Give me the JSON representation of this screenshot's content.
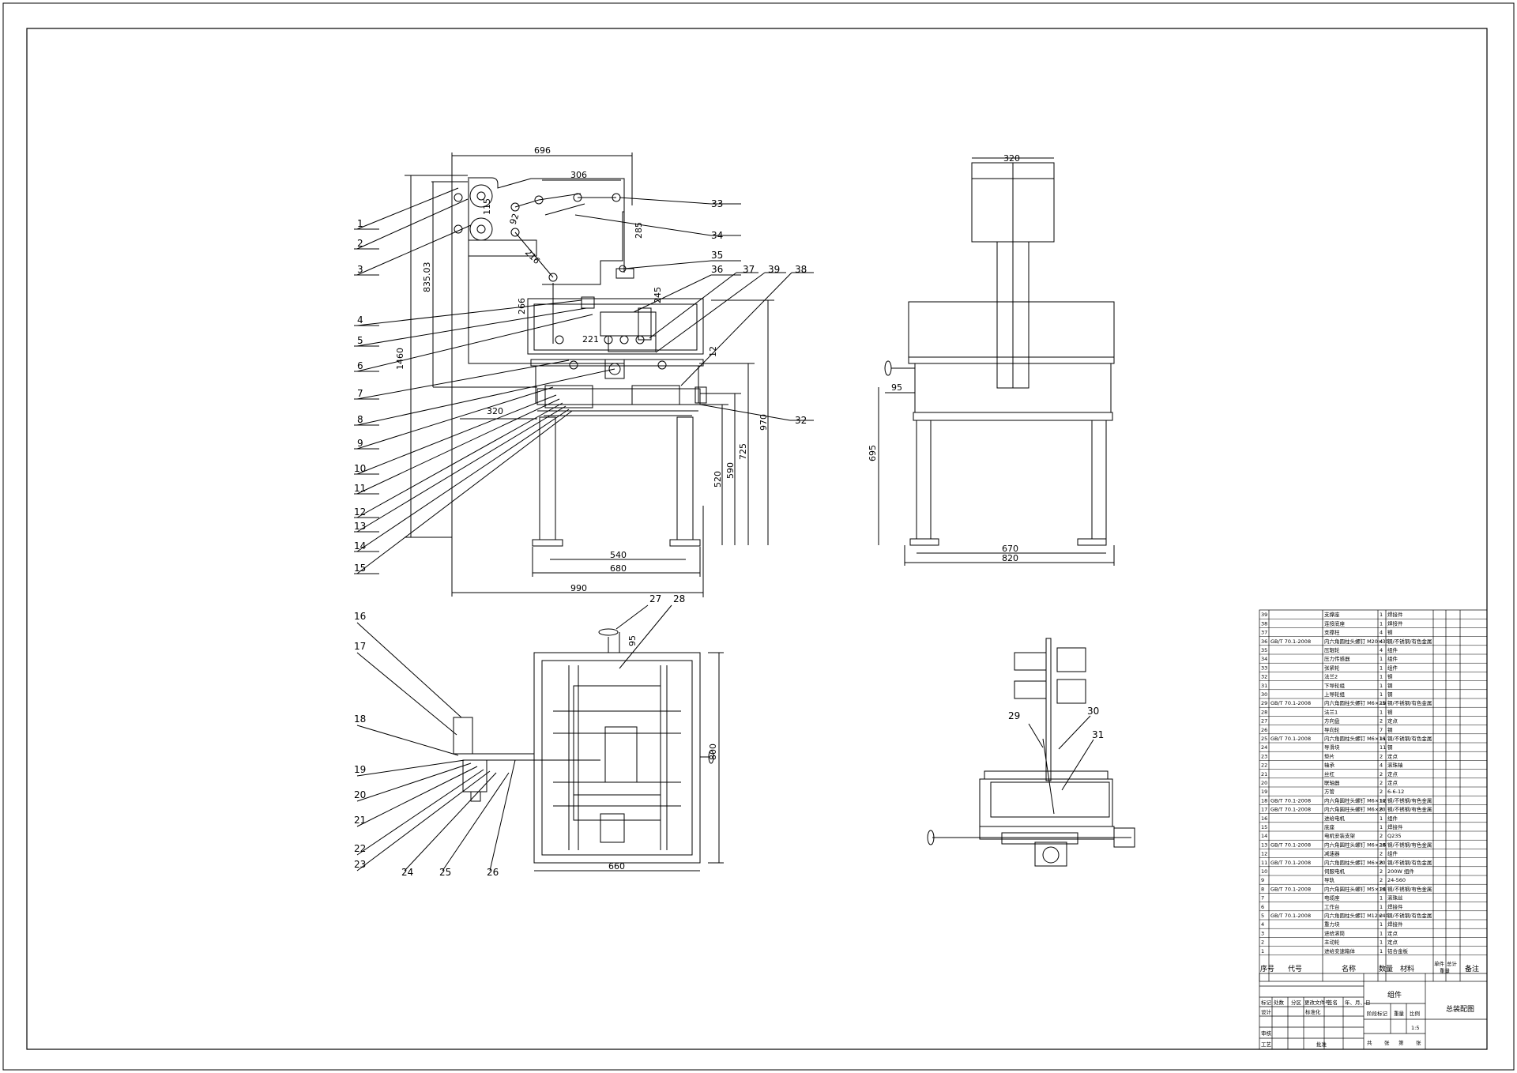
{
  "drawing": {
    "front_view": {
      "dimensions": {
        "overall_width": "696",
        "rail_span": "306",
        "roller_pitch": "92",
        "roller_offset": "115",
        "arm_length": "216",
        "pulley_drop": "285",
        "total_height": "835.03",
        "full_height": "1460",
        "box_height_left": "266",
        "box_height_right": "245",
        "inner_span": "221",
        "clearance": "12",
        "table_left": "320",
        "height_970": "970",
        "height_725": "725",
        "height_590": "590",
        "height_520": "520",
        "foot_span": "540",
        "base_width": "680",
        "total_width": "990"
      },
      "left_labels": [
        "1",
        "2",
        "3",
        "4",
        "5",
        "6",
        "7",
        "8",
        "9",
        "10",
        "11",
        "12",
        "13",
        "14",
        "15"
      ],
      "right_labels": [
        "33",
        "34",
        "35"
      ],
      "top_labels": [
        "36",
        "37",
        "39",
        "38"
      ],
      "side_label": "32"
    },
    "side_view": {
      "dimensions": {
        "top_width": "320",
        "handle": "95",
        "leg_height": "695",
        "inner_span": "670",
        "outer_span": "820"
      }
    },
    "top_view": {
      "dimensions": {
        "handle": "95",
        "depth": "800",
        "width": "660"
      },
      "labels": [
        "16",
        "17",
        "18",
        "19",
        "20",
        "21",
        "22",
        "23",
        "24",
        "25",
        "26",
        "27",
        "28"
      ]
    },
    "detail_view": {
      "labels": [
        "29",
        "30",
        "31"
      ]
    }
  },
  "title_block": {
    "parts": [
      {
        "no": "39",
        "code": "",
        "name": "支撑座",
        "qty": "1",
        "material": "焊接件"
      },
      {
        "no": "38",
        "code": "",
        "name": "连接底座",
        "qty": "1",
        "material": "焊接件"
      },
      {
        "no": "37",
        "code": "",
        "name": "支撑柱",
        "qty": "4",
        "material": "钢"
      },
      {
        "no": "36",
        "code": "GB/T 70.1-2008",
        "name": "内六角圆柱头螺钉 M20×30",
        "qty": "4",
        "material": "钢/不锈钢/有色金属"
      },
      {
        "no": "35",
        "code": "",
        "name": "压辊轮",
        "qty": "4",
        "material": "组件"
      },
      {
        "no": "34",
        "code": "",
        "name": "压力传感器",
        "qty": "1",
        "material": "组件"
      },
      {
        "no": "33",
        "code": "",
        "name": "张紧轮",
        "qty": "1",
        "material": "组件"
      },
      {
        "no": "32",
        "code": "",
        "name": "法兰2",
        "qty": "1",
        "material": "钢"
      },
      {
        "no": "31",
        "code": "",
        "name": "下导轮组",
        "qty": "1",
        "material": "钢"
      },
      {
        "no": "30",
        "code": "",
        "name": "上导轮组",
        "qty": "1",
        "material": "钢"
      },
      {
        "no": "29",
        "code": "GB/T 70.1-2008",
        "name": "内六角圆柱头螺钉 M6×25",
        "qty": "18",
        "material": "钢/不锈钢/有色金属"
      },
      {
        "no": "28",
        "code": "",
        "name": "法兰1",
        "qty": "1",
        "material": "钢"
      },
      {
        "no": "27",
        "code": "",
        "name": "方向盘",
        "qty": "2",
        "material": "定点"
      },
      {
        "no": "26",
        "code": "",
        "name": "导向轮",
        "qty": "7",
        "material": "钢"
      },
      {
        "no": "25",
        "code": "GB/T 70.1-2008",
        "name": "内六角圆柱头螺钉 M6×16",
        "qty": "11",
        "material": "钢/不锈钢/有色金属"
      },
      {
        "no": "24",
        "code": "",
        "name": "导滑块",
        "qty": "11",
        "material": "钢"
      },
      {
        "no": "23",
        "code": "",
        "name": "垫片",
        "qty": "2",
        "material": "定点"
      },
      {
        "no": "22",
        "code": "",
        "name": "轴承",
        "qty": "4",
        "material": "滚珠轴"
      },
      {
        "no": "21",
        "code": "",
        "name": "丝杠",
        "qty": "2",
        "material": "定点"
      },
      {
        "no": "20",
        "code": "",
        "name": "联轴器",
        "qty": "2",
        "material": "定点"
      },
      {
        "no": "19",
        "code": "",
        "name": "方管",
        "qty": "2",
        "material": "6-6-12"
      },
      {
        "no": "18",
        "code": "GB/T 70.1-2008",
        "name": "内六角圆柱头螺钉 M6×16",
        "qty": "12",
        "material": "钢/不锈钢/有色金属"
      },
      {
        "no": "17",
        "code": "GB/T 70.1-2008",
        "name": "内六角圆柱头螺钉 M6×20",
        "qty": "8",
        "material": "钢/不锈钢/有色金属"
      },
      {
        "no": "16",
        "code": "",
        "name": "进给电机",
        "qty": "1",
        "material": "组件"
      },
      {
        "no": "15",
        "code": "",
        "name": "底座",
        "qty": "1",
        "material": "焊接件"
      },
      {
        "no": "14",
        "code": "",
        "name": "电机安装支架",
        "qty": "2",
        "material": "Q235"
      },
      {
        "no": "13",
        "code": "GB/T 70.1-2008",
        "name": "内六角圆柱头螺钉 M6×20",
        "qty": "16",
        "material": "钢/不锈钢/有色金属"
      },
      {
        "no": "12",
        "code": "",
        "name": "减速器",
        "qty": "2",
        "material": "组件"
      },
      {
        "no": "11",
        "code": "GB/T 70.1-2008",
        "name": "内六角圆柱头螺钉 M6×20",
        "qty": "8",
        "material": "钢/不锈钢/有色金属"
      },
      {
        "no": "10",
        "code": "",
        "name": "伺服电机",
        "qty": "2",
        "material": "200W 组件"
      },
      {
        "no": "9",
        "code": "",
        "name": "导轨",
        "qty": "2",
        "material": "24-560"
      },
      {
        "no": "8",
        "code": "GB/T 70.1-2008",
        "name": "内六角圆柱头螺钉 M5×16",
        "qty": "24",
        "material": "钢/不锈钢/有色金属"
      },
      {
        "no": "7",
        "code": "",
        "name": "电缆座",
        "qty": "1",
        "material": "滚珠丝"
      },
      {
        "no": "6",
        "code": "",
        "name": "工作台",
        "qty": "1",
        "material": "焊接件"
      },
      {
        "no": "5",
        "code": "GB/T 70.1-2008",
        "name": "内六角圆柱头螺钉 M12×40",
        "qty": "2",
        "material": "钢/不锈钢/有色金属"
      },
      {
        "no": "4",
        "code": "",
        "name": "重力块",
        "qty": "1",
        "material": "焊接件"
      },
      {
        "no": "3",
        "code": "",
        "name": "进给滚筒",
        "qty": "1",
        "material": "定点"
      },
      {
        "no": "2",
        "code": "",
        "name": "主动轮",
        "qty": "1",
        "material": "定点"
      },
      {
        "no": "1",
        "code": "",
        "name": "进给变速箱体",
        "qty": "1",
        "material": "铝合金板"
      }
    ],
    "header": {
      "no": "序号",
      "code": "代号",
      "name": "名称",
      "qty": "数量",
      "material": "材料",
      "unit_weight": "单件",
      "total_weight": "总计",
      "weight": "重量",
      "remark": "备注"
    },
    "assembly_label": "组件",
    "drawing_title": "总装配图",
    "rows": {
      "mark": "标记",
      "count": "处数",
      "zone": "分区",
      "change_doc": "更改文件号",
      "sign": "签名",
      "date": "年、月、日",
      "design": "设计",
      "standardize": "标准化",
      "stage_mark": "阶段标记",
      "weight": "重量",
      "scale": "比例",
      "check": "审核",
      "process": "工艺",
      "approve": "批准",
      "scale_value": "1:5",
      "sheet_total": "共",
      "sheets": "张",
      "sheet_no": "第",
      "sheet": "张"
    }
  }
}
